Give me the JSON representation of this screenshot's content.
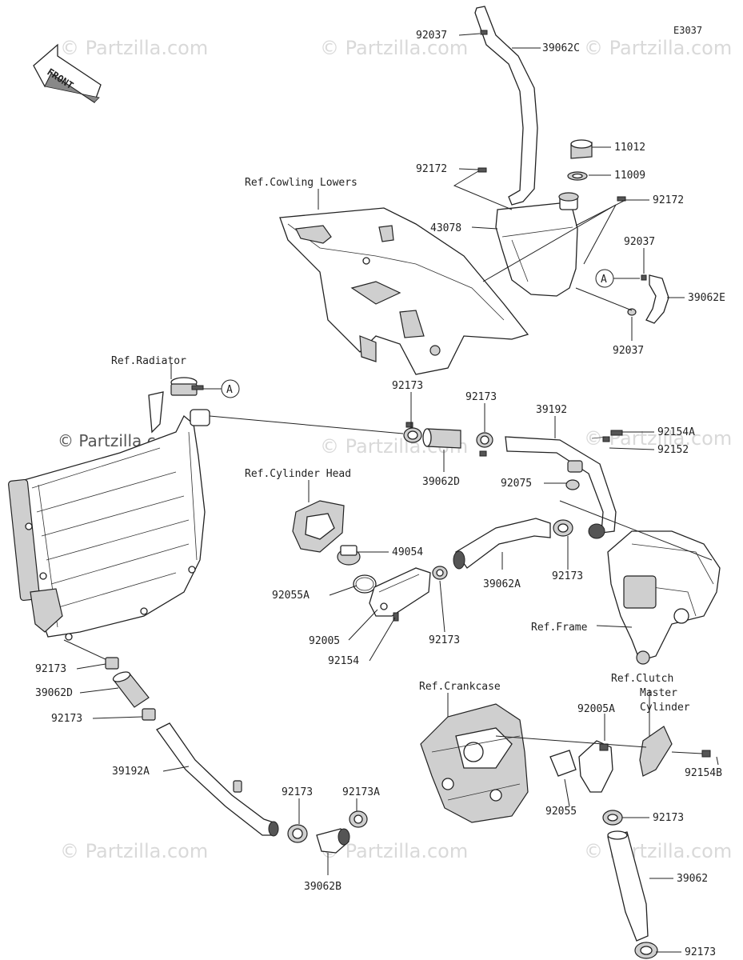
{
  "diagram_code": "E3037",
  "front_label": "FRONT",
  "watermark": "© Partzilla.com",
  "refs": {
    "cowling": "Ref.Cowling Lowers",
    "radiator": "Ref.Radiator",
    "cylinder_head": "Ref.Cylinder Head",
    "frame": "Ref.Frame",
    "crankcase": "Ref.Crankcase",
    "clutch_1": "Ref.Clutch",
    "clutch_2": "Master",
    "clutch_3": "Cylinder"
  },
  "connector": "A",
  "labels": {
    "p92037_top": "92037",
    "p39062c": "39062C",
    "p11012": "11012",
    "p11009": "11009",
    "p92172_left": "92172",
    "p92172_right": "92172",
    "p43078": "43078",
    "p92037_mid": "92037",
    "p39062e": "39062E",
    "p92037_bot": "92037",
    "p92173_a": "92173",
    "p92173_b": "92173",
    "p39192": "39192",
    "p92154a": "92154A",
    "p92152": "92152",
    "p92075": "92075",
    "p39062d_top": "39062D",
    "p49054": "49054",
    "p39062a": "39062A",
    "p92173_c": "92173",
    "p92055a": "92055A",
    "p92005": "92005",
    "p92173_d": "92173",
    "p92154": "92154",
    "p92173_e": "92173",
    "p39062d_left": "39062D",
    "p92173_f": "92173",
    "p39192a": "39192A",
    "p92173_g": "92173",
    "p92173a": "92173A",
    "p39062b": "39062B",
    "p92005a": "92005A",
    "p92154b": "92154B",
    "p92055": "92055",
    "p92173_h": "92173",
    "p39062": "39062",
    "p92173_i": "92173"
  }
}
